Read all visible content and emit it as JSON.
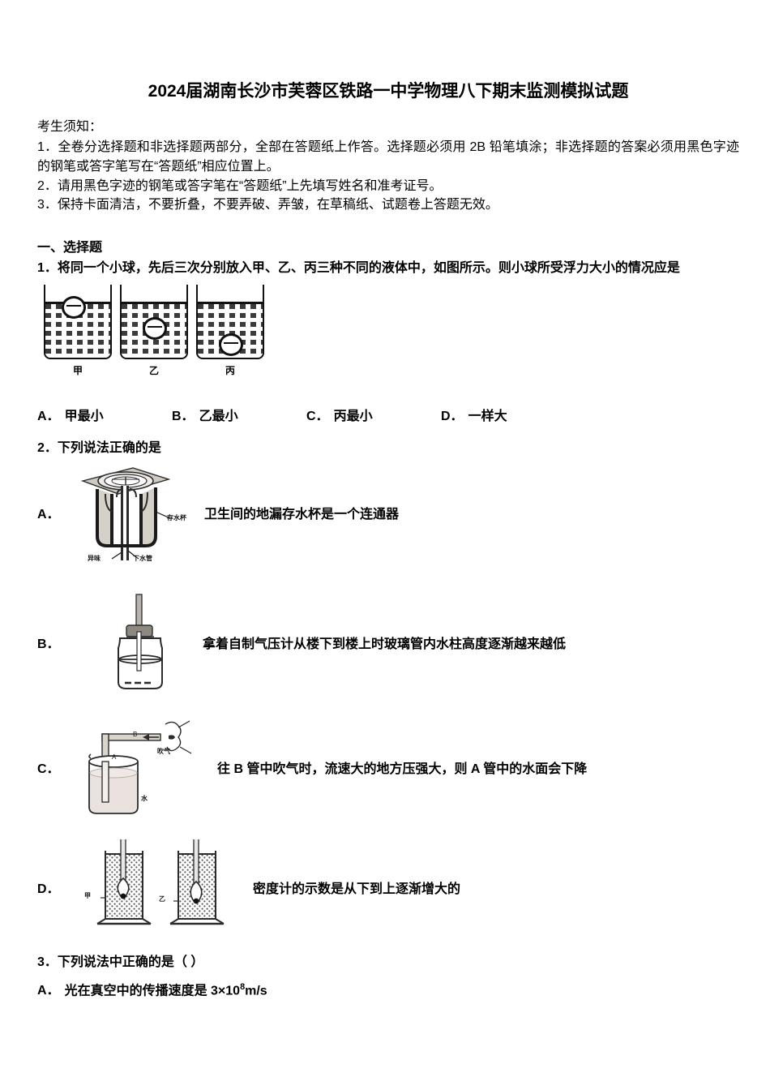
{
  "document": {
    "title": "2024届湖南长沙市芙蓉区铁路一中学物理八下期末监测模拟试题",
    "notice_heading": "考生须知：",
    "notice_items": [
      "1．全卷分选择题和非选择题两部分，全部在答题纸上作答。选择题必须用 2B 铅笔填涂；非选择题的答案必须用黑色字迹的钢笔或答字笔写在“答题纸”相应位置上。",
      "2．请用黑色字迹的钢笔或答字笔在“答题纸”上先填写姓名和准考证号。",
      "3．保持卡面清洁，不要折叠，不要弄破、弄皱，在草稿纸、试题卷上答题无效。"
    ]
  },
  "section": {
    "label": "一、选择题"
  },
  "questions": [
    {
      "number": "1．",
      "stem": "将同一个小球，先后三次分别放入甲、乙、丙三种不同的液体中，如图所示。则小球所受浮力大小的情况应是",
      "figure": {
        "beakers": [
          {
            "caption": "甲",
            "ball_position": "surface"
          },
          {
            "caption": "乙",
            "ball_position": "middle"
          },
          {
            "caption": "丙",
            "ball_position": "bottom"
          }
        ]
      },
      "options": [
        {
          "letter": "A．",
          "text": "甲最小"
        },
        {
          "letter": "B．",
          "text": "乙最小"
        },
        {
          "letter": "C．",
          "text": "丙最小"
        },
        {
          "letter": "D．",
          "text": "一样大"
        }
      ]
    },
    {
      "number": "2．",
      "stem": "下列说法正确的是",
      "options": [
        {
          "letter": "A．",
          "text": "卫生间的地漏存水杯是一个连通器",
          "figure_labels": {
            "cup": "存水杯",
            "odor": "异味",
            "pipe": "下水管"
          }
        },
        {
          "letter": "B．",
          "text": "拿着自制气压计从楼下到楼上时玻璃管内水柱高度逐渐越来越低",
          "figure_labels": {}
        },
        {
          "letter": "C．",
          "text": "往 B 管中吹气时，流速大的地方压强大，则 A 管中的水面会下降",
          "figure_labels": {
            "tube_a": "A",
            "tube_b": "B",
            "blow": "吹气",
            "water": "水"
          }
        },
        {
          "letter": "D．",
          "text": "密度计的示数是从下到上逐渐增大的",
          "figure_labels": {
            "cylinder_left": "甲",
            "cylinder_right": "乙"
          }
        }
      ]
    },
    {
      "number": "3．",
      "stem": "下列说法中正确的是（      ）",
      "options": [
        {
          "letter": "A．",
          "text_prefix": "光在真空中的传播速度是 3×10",
          "text_sup": "8",
          "text_suffix": "m/s"
        }
      ]
    }
  ],
  "colors": {
    "page_background": "#ffffff",
    "text": "#000000",
    "ink": "#111111",
    "figure_fill": "#d9d4cc"
  }
}
